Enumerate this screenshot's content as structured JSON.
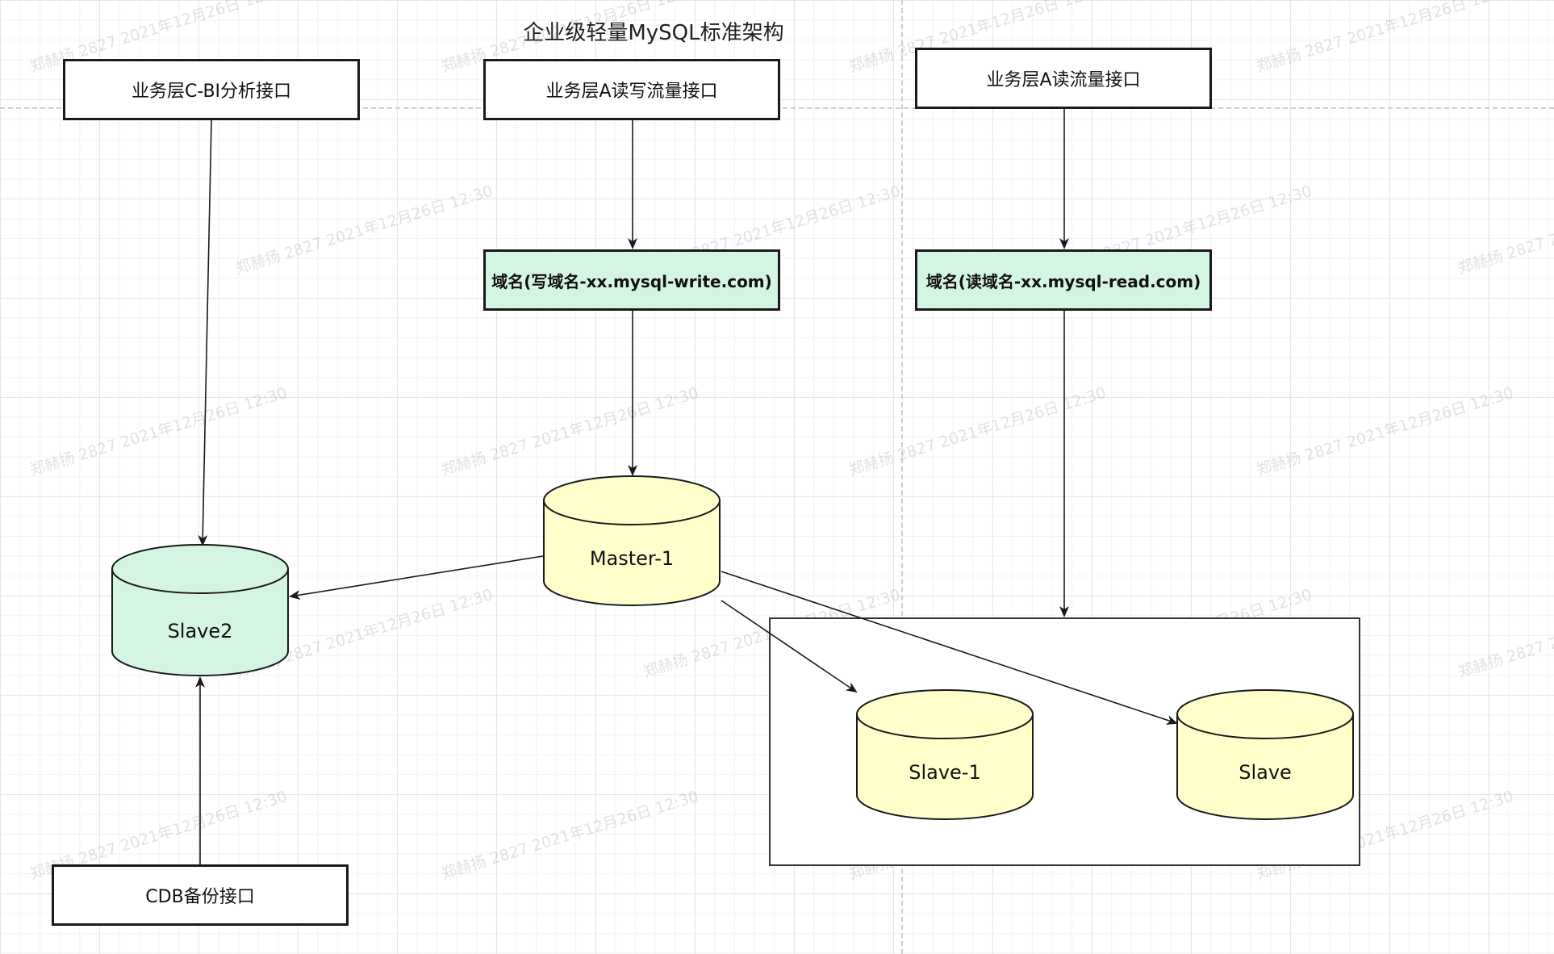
{
  "diagram": {
    "title": "企业级轻量MySQL标准架构",
    "boxes": {
      "cbi": "业务层C-BI分析接口",
      "a_write": "业务层A读写流量接口",
      "a_read": "业务层A读流量接口",
      "write_domain": "域名(写域名-xx.mysql-write.com)",
      "read_domain": "域名(读域名-xx.mysql-read.com)",
      "cdb_backup": "CDB备份接口"
    },
    "databases": {
      "master": "Master-1",
      "slave2": "Slave2",
      "slave1": "Slave-1",
      "slave": "Slave"
    },
    "watermark": "郑赫扬 2827 2021年12月26日 12:30",
    "colors": {
      "domain_fill": "#d5f5e3",
      "master_fill": "#ffffcc",
      "slave2_fill": "#d5f5e3",
      "slave_fill": "#ffffcc",
      "line": "#1a1a1a"
    }
  }
}
